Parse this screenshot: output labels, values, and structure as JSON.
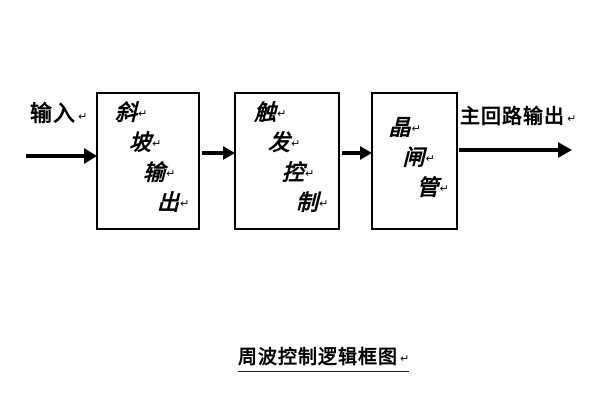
{
  "diagram": {
    "input_label": "输入",
    "output_label": "主回路输出",
    "boxes": [
      {
        "label": "斜坡输出"
      },
      {
        "label": "触发控制"
      },
      {
        "label": "晶闸管"
      }
    ],
    "caption": "周波控制逻辑框图",
    "return_mark": "↵",
    "line_color": "#000000",
    "background_color": "#ffffff"
  }
}
